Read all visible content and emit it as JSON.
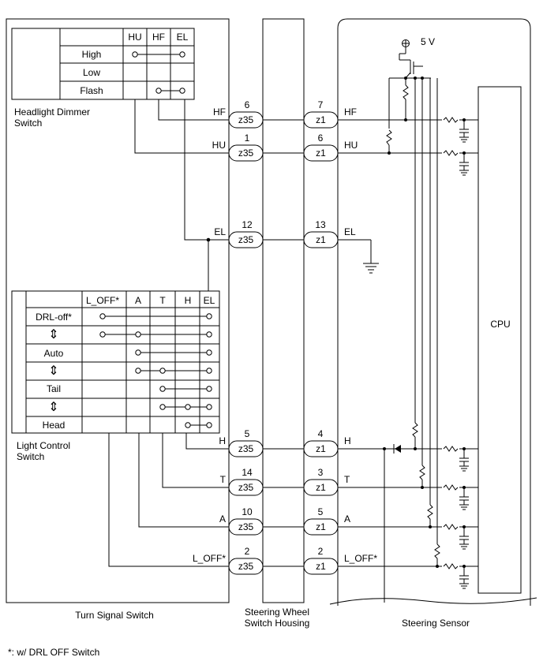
{
  "modules": {
    "turn_signal_switch": "Turn Signal Switch",
    "steering_wheel_housing_l1": "Steering Wheel",
    "steering_wheel_housing_l2": "Switch Housing",
    "steering_sensor": "Steering Sensor",
    "cpu": "CPU"
  },
  "headlight_dimmer": {
    "name_l1": "Headlight Dimmer",
    "name_l2": "Switch",
    "columns": [
      "HU",
      "HF",
      "EL"
    ],
    "rows": [
      "High",
      "Low",
      "Flash"
    ]
  },
  "light_control": {
    "name_l1": "Light Control",
    "name_l2": "Switch",
    "columns": [
      "L_OFF*",
      "A",
      "T",
      "H",
      "EL"
    ],
    "rows": [
      "DRL-off*",
      "⇕",
      "Auto",
      "⇕",
      "Tail",
      "⇕",
      "Head"
    ]
  },
  "supply": "5 V",
  "footnote": "*: w/ DRL OFF Switch",
  "connector_left": "z35",
  "connector_right": "z1",
  "circuits": [
    {
      "signal_left": "HF",
      "pin_left": "6",
      "pin_right": "7",
      "signal_right": "HF"
    },
    {
      "signal_left": "HU",
      "pin_left": "1",
      "pin_right": "6",
      "signal_right": "HU"
    },
    {
      "signal_left": "EL",
      "pin_left": "12",
      "pin_right": "13",
      "signal_right": "EL"
    },
    {
      "signal_left": "H",
      "pin_left": "5",
      "pin_right": "4",
      "signal_right": "H"
    },
    {
      "signal_left": "T",
      "pin_left": "14",
      "pin_right": "3",
      "signal_right": "T"
    },
    {
      "signal_left": "A",
      "pin_left": "10",
      "pin_right": "5",
      "signal_right": "A"
    },
    {
      "signal_left": "L_OFF*",
      "pin_left": "2",
      "pin_right": "2",
      "signal_right": "L_OFF*"
    }
  ]
}
